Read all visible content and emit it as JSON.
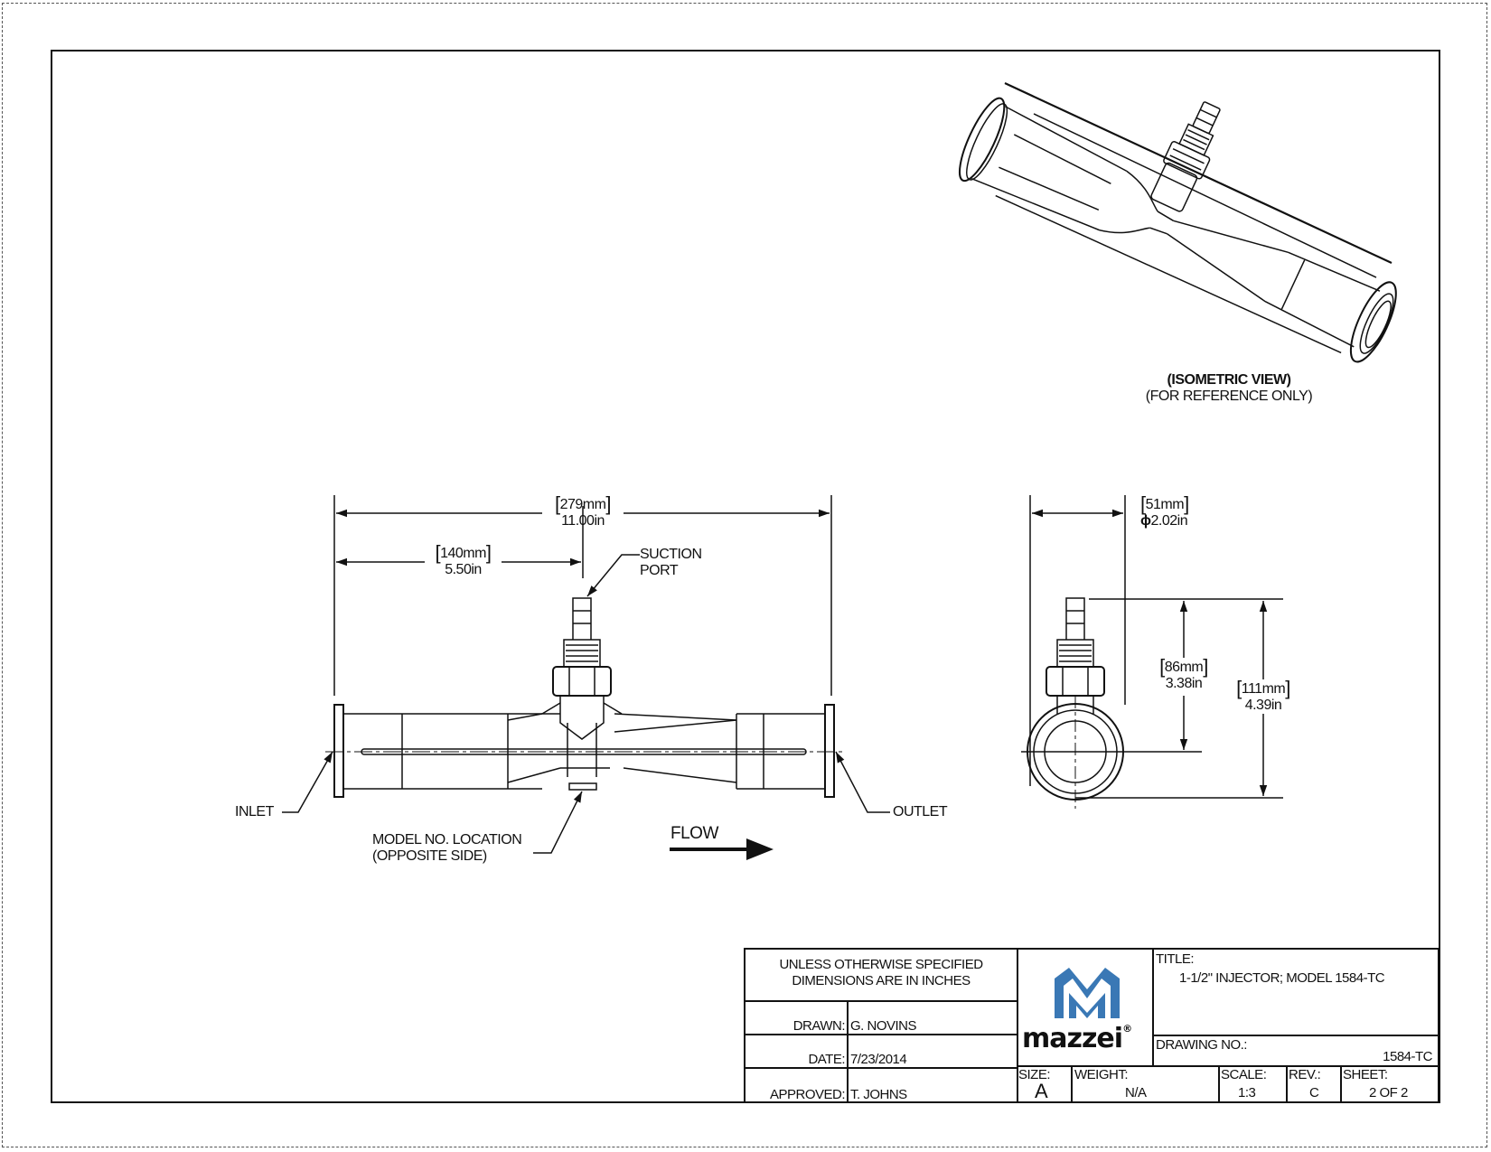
{
  "isometric": {
    "title": "(ISOMETRIC VIEW)",
    "subtitle": "(FOR REFERENCE ONLY)"
  },
  "front_view": {
    "overall_mm": "279mm",
    "overall_in": "11.00in",
    "half_mm": "140mm",
    "half_in": "5.50in",
    "suction_label_1": "SUCTION",
    "suction_label_2": "PORT",
    "inlet": "INLET",
    "outlet": "OUTLET",
    "model_loc_1": "MODEL NO. LOCATION",
    "model_loc_2": "(OPPOSITE SIDE)",
    "flow": "FLOW"
  },
  "side_view": {
    "dia_mm": "51mm",
    "dia_in": "2.02in",
    "dia_symbol": "ϕ",
    "h1_mm": "86mm",
    "h1_in": "3.38in",
    "h2_mm": "111mm",
    "h2_in": "4.39in"
  },
  "title_block": {
    "note_1": "UNLESS OTHERWISE SPECIFIED",
    "note_2": "DIMENSIONS ARE IN INCHES",
    "drawn_label": "DRAWN:",
    "drawn_value": "G. NOVINS",
    "date_label": "DATE:",
    "date_value": "7/23/2014",
    "approved_label": "APPROVED:",
    "approved_value": "T. JOHNS",
    "logo_text": "mazzei",
    "logo_reg": "®",
    "title_label": "TITLE:",
    "title_value": "1-1/2\" INJECTOR; MODEL 1584-TC",
    "drawing_no_label": "DRAWING NO.:",
    "drawing_no_value": "1584-TC",
    "size_label": "SIZE:",
    "size_value": "A",
    "weight_label": "WEIGHT:",
    "weight_value": "N/A",
    "scale_label": "SCALE:",
    "scale_value": "1:3",
    "rev_label": "REV.:",
    "rev_value": "C",
    "sheet_label": "SHEET:",
    "sheet_value": "2 OF 2"
  },
  "colors": {
    "line": "#111111",
    "logo_blue": "#3a78b5"
  }
}
